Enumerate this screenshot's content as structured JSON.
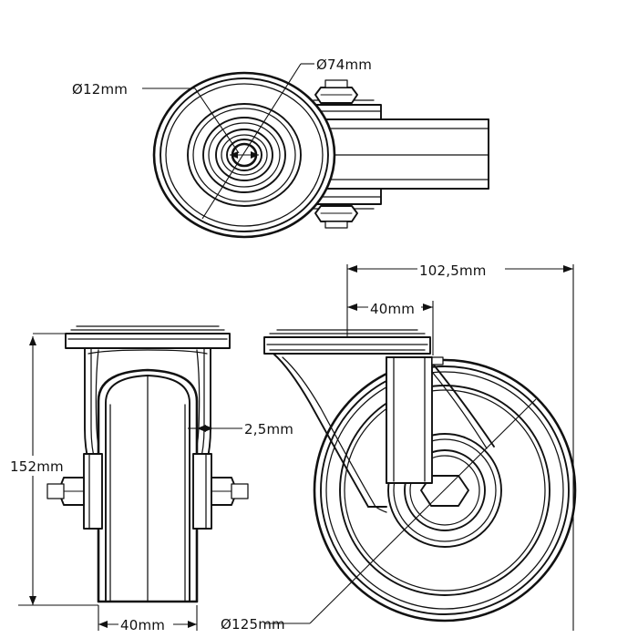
{
  "drawing": {
    "title": "Swivel caster technical drawing",
    "background_color": "#ffffff",
    "line_color": "#111111",
    "views": [
      {
        "name": "top-view",
        "label": "Top view of caster (plan)"
      },
      {
        "name": "front-view",
        "label": "Front view of caster"
      },
      {
        "name": "side-view",
        "label": "Side view of swivel caster"
      }
    ]
  },
  "dimensions": {
    "bore_diameter": {
      "id": "dia-12mm",
      "text": "Ø12mm",
      "value": 12,
      "unit": "mm",
      "symbol": "Ø"
    },
    "swivel_plate_diameter": {
      "id": "dia-74mm",
      "text": "Ø74mm",
      "value": 74,
      "unit": "mm",
      "symbol": "Ø"
    },
    "overall_height": {
      "id": "h-152mm",
      "text": "152mm",
      "value": 152,
      "unit": "mm"
    },
    "wheel_width": {
      "id": "w-40mm",
      "text": "40mm",
      "value": 40,
      "unit": "mm"
    },
    "tread_thickness": {
      "id": "t-2-5mm",
      "text": "2,5mm",
      "value": 2.5,
      "unit": "mm"
    },
    "plate_length": {
      "id": "l-102-5mm",
      "text": "102,5mm",
      "value": 102.5,
      "unit": "mm"
    },
    "plate_offset": {
      "id": "o-40mm",
      "text": "40mm",
      "value": 40,
      "unit": "mm"
    },
    "wheel_diameter": {
      "id": "dia-125mm",
      "text": "Ø125mm",
      "value": 125,
      "unit": "mm",
      "symbol": "Ø"
    }
  }
}
